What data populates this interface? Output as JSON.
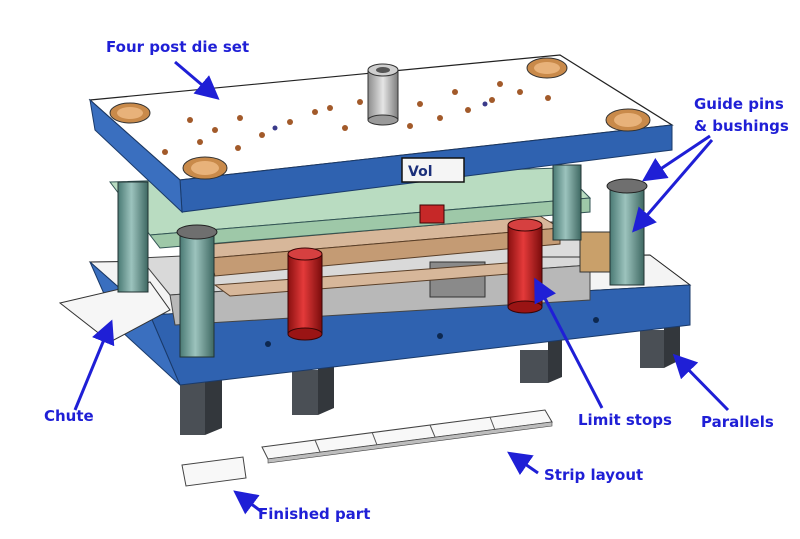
{
  "labels": {
    "four_post_die_set": "Four post die set",
    "guide_pins_line1": "Guide pins",
    "guide_pins_line2": "& bushings",
    "chute": "Chute",
    "limit_stops": "Limit stops",
    "parallels": "Parallels",
    "strip_layout": "Strip layout",
    "finished_part": "Finished part"
  },
  "nameplate_text": "Vol",
  "colors": {
    "label_blue": "#1f1fd6",
    "plate_top": "#ffffff",
    "plate_side": "#2f62b0",
    "parallels": "#555a60",
    "posts": "#5f8c86",
    "limit_stops": "#c01c1c",
    "bronze_plate": "#d7b79a",
    "green_plate": "#b9dcc1"
  }
}
